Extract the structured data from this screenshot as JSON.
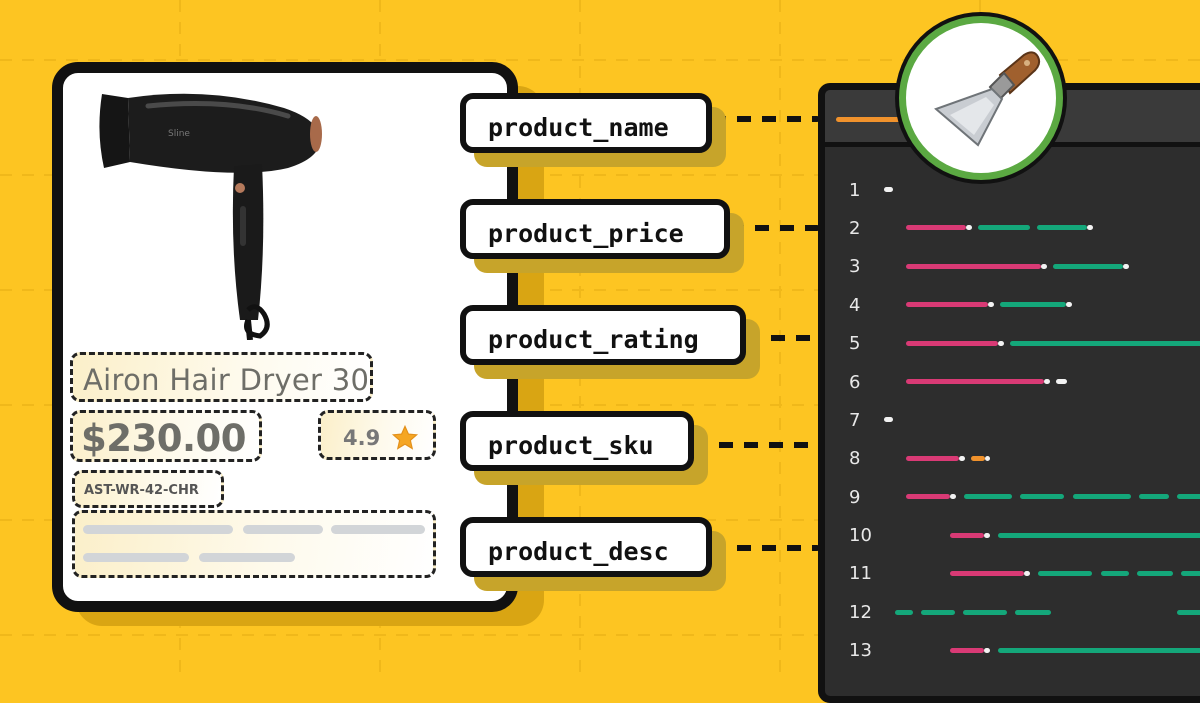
{
  "product": {
    "name": "Airon Hair Dryer 30",
    "price": "$230.00",
    "rating": "4.9",
    "sku": "AST-WR-42-CHR"
  },
  "fields": [
    {
      "label": "product_name"
    },
    {
      "label": "product_price"
    },
    {
      "label": "product_rating"
    },
    {
      "label": "product_sku"
    },
    {
      "label": "product_desc"
    }
  ],
  "editor": {
    "line_numbers": [
      "1",
      "2",
      "3",
      "4",
      "5",
      "6",
      "7",
      "8",
      "9",
      "10",
      "11",
      "12",
      "13"
    ]
  },
  "icons": {
    "badge": "scraper-icon",
    "rating": "star-icon",
    "product": "hair-dryer-icon"
  },
  "colors": {
    "background": "#FDC522",
    "key_token": "#D93A75",
    "value_token": "#14A77A",
    "badge_ring": "#5BA942",
    "star": "#F5A623"
  }
}
